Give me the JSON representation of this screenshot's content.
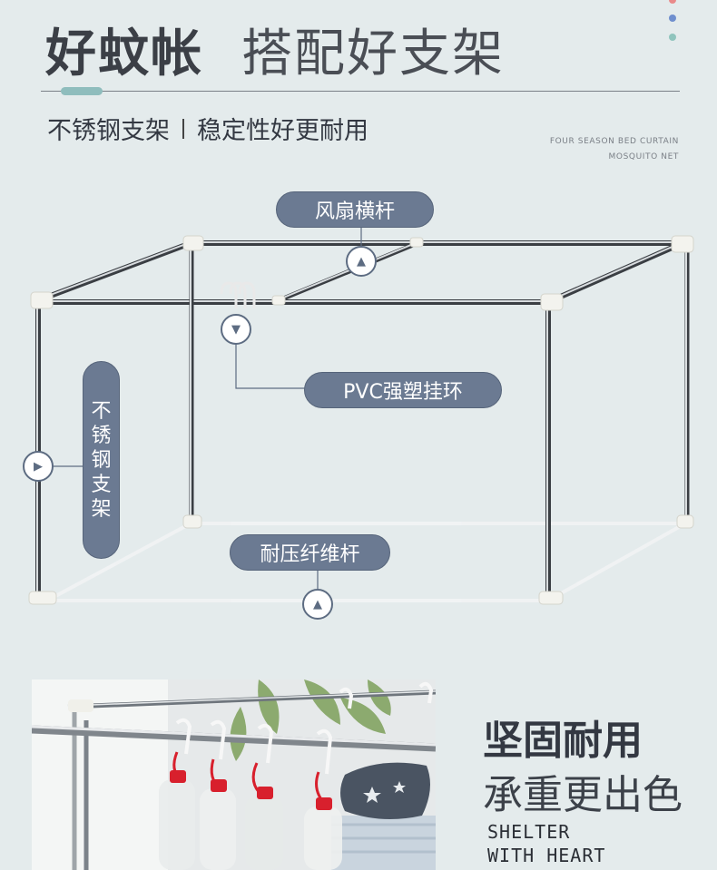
{
  "header": {
    "title_bold": "好蚊帐",
    "title_light": "搭配好支架",
    "subtitle_left": "不锈钢支架",
    "subtitle_right": "稳定性好更耐用",
    "english_line1": "FOUR SEASON BED CURTAIN",
    "english_line2": "MOSQUITO NET"
  },
  "labels": {
    "fan_rod": "风扇横杆",
    "pvc_ring": "PVC强塑挂环",
    "stainless": [
      "不",
      "锈",
      "钢",
      "支",
      "架"
    ],
    "fiber_rod": "耐压纤维杆"
  },
  "feature": {
    "line1": "坚固耐用",
    "line2": "承重更出色",
    "english_line1": "SHELTER",
    "english_line2": "WITH HEART"
  },
  "icons": {
    "marker_up": "triangle-up-icon",
    "marker_down": "triangle-down-icon",
    "marker_right": "play-right-icon"
  },
  "colors": {
    "background": "#e4ebec",
    "pill": "#6b7a92",
    "accent": "#8fbdbd",
    "dot_red": "#e98a8a",
    "dot_blue": "#6f8fce",
    "dot_teal": "#8fc4bd"
  }
}
